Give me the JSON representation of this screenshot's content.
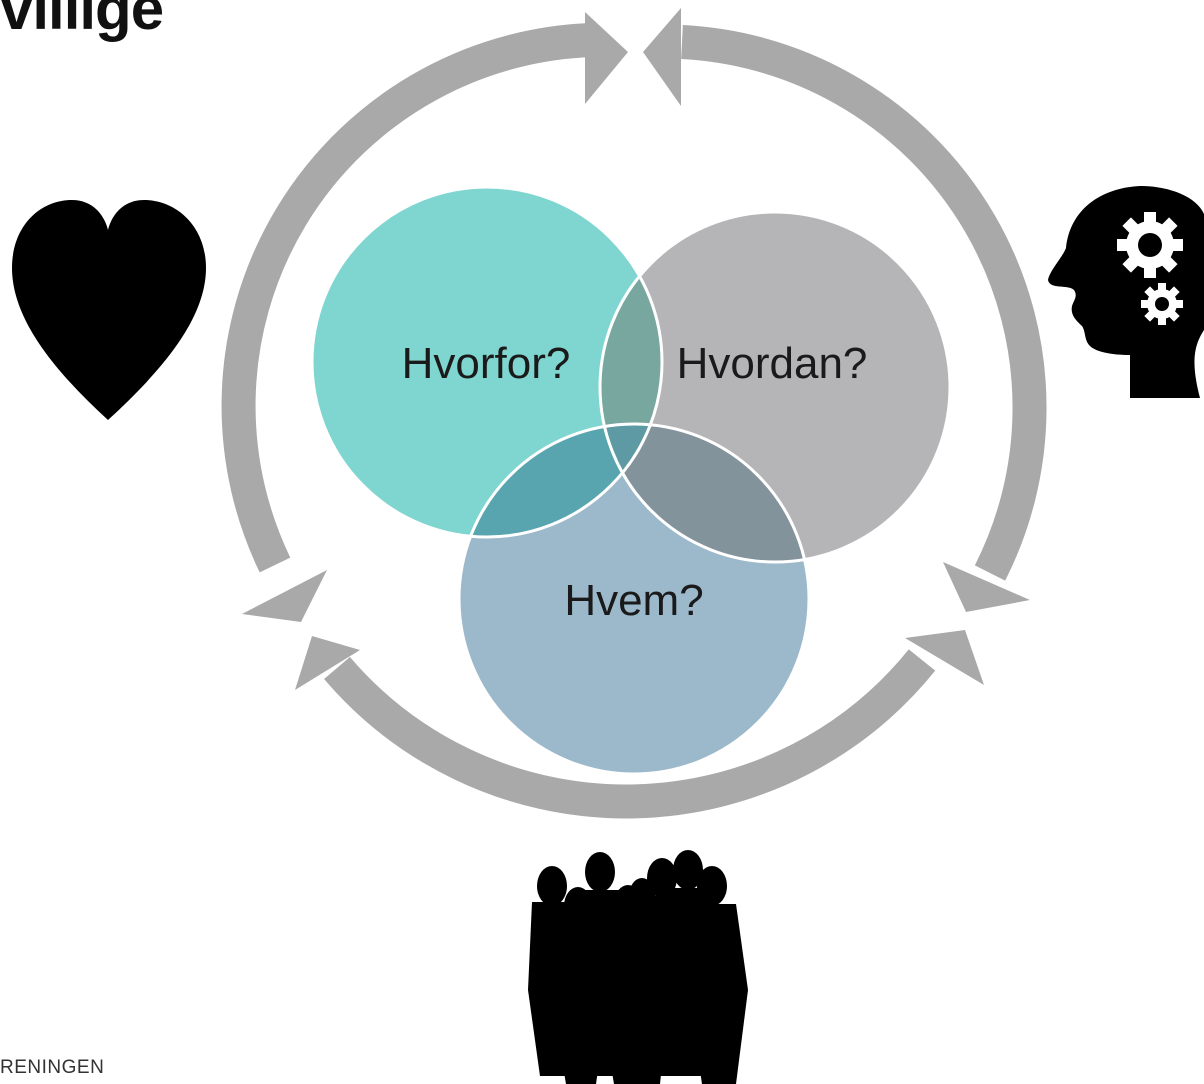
{
  "slide": {
    "title": "villige",
    "footer_logo_text": "RENINGEN"
  },
  "diagram": {
    "circles": [
      {
        "label": "Hvorfor?",
        "color": "#7fd5cf"
      },
      {
        "label": "Hvordan?",
        "color": "#b5b5b7"
      },
      {
        "label": "Hvem?",
        "color": "#9bb9cb"
      }
    ],
    "overlap_colors": {
      "hvorfor_hvordan": "#77a79e",
      "hvorfor_hvem": "#58a5b0",
      "hvordan_hvem": "#82939c",
      "center": "#5e9aa3"
    },
    "cycle_arrow_color": "#a9a9a9",
    "icons": [
      "heart-icon",
      "head-gears-icon",
      "people-group-icon"
    ]
  }
}
